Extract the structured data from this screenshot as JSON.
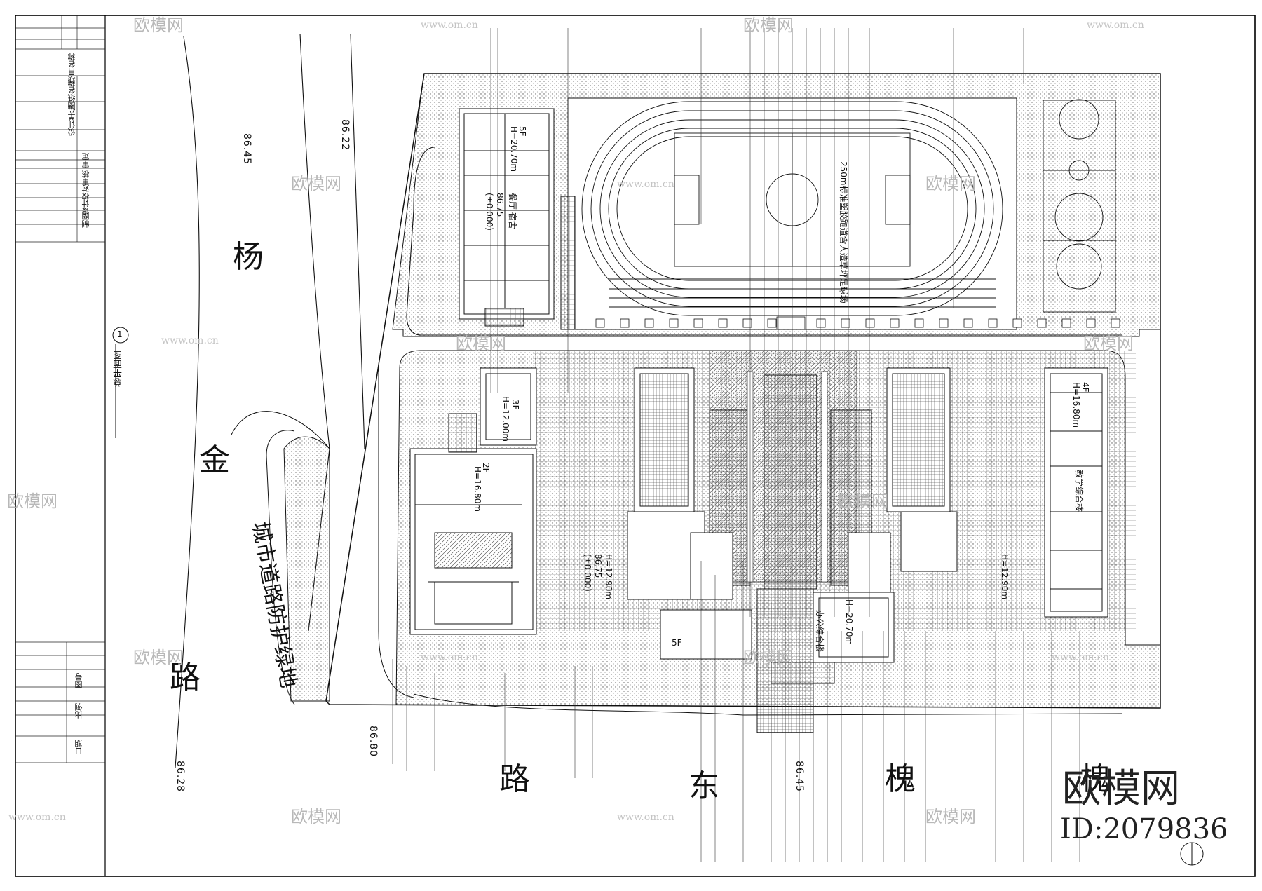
{
  "roads": {
    "yangjin": [
      "杨",
      "金",
      "路"
    ],
    "huaidong": [
      "路",
      "东",
      "槐"
    ],
    "huaidong_extra": "槐"
  },
  "green_belt": "城市道路防护绿地",
  "plan_title": "总平面图",
  "plan_index": "1",
  "elevations": {
    "e1": "86.45",
    "e2": "86.22",
    "e3": "86.80",
    "e4": "86.28",
    "e5": "86.45"
  },
  "buildings": {
    "dorm": {
      "floors": "5F",
      "height": "H=20.70m",
      "name": "餐厅 宿舍",
      "elev": "86.75",
      "rel": "(±0.000)"
    },
    "hall": {
      "floors": "2F",
      "height": "H=16.80m"
    },
    "small": {
      "floors": "3F",
      "height": "H=12.00m"
    },
    "teach_left": {
      "height": "H=12.90m",
      "elev": "86.75",
      "rel": "(±0.000)"
    },
    "teach_right": {
      "floors": "4F",
      "height": "H=16.80m",
      "name": "教学综合楼",
      "h2": "H=12.90m"
    },
    "center": {
      "floors": "5F",
      "height": "H=20.70m",
      "name": "办公综合楼"
    },
    "track": "250m标准塑胶跑道含人造草坪足球场"
  },
  "watermarks": {
    "brand": "欧模网",
    "id": "ID:2079836",
    "url": "www.om.cn"
  },
  "title_block": {
    "rows": [
      "项目名称",
      "图纸名称",
      "设计单位",
      "审定",
      "审核",
      "校对",
      "设计",
      "制图",
      "图号",
      "比例",
      "日期"
    ]
  }
}
